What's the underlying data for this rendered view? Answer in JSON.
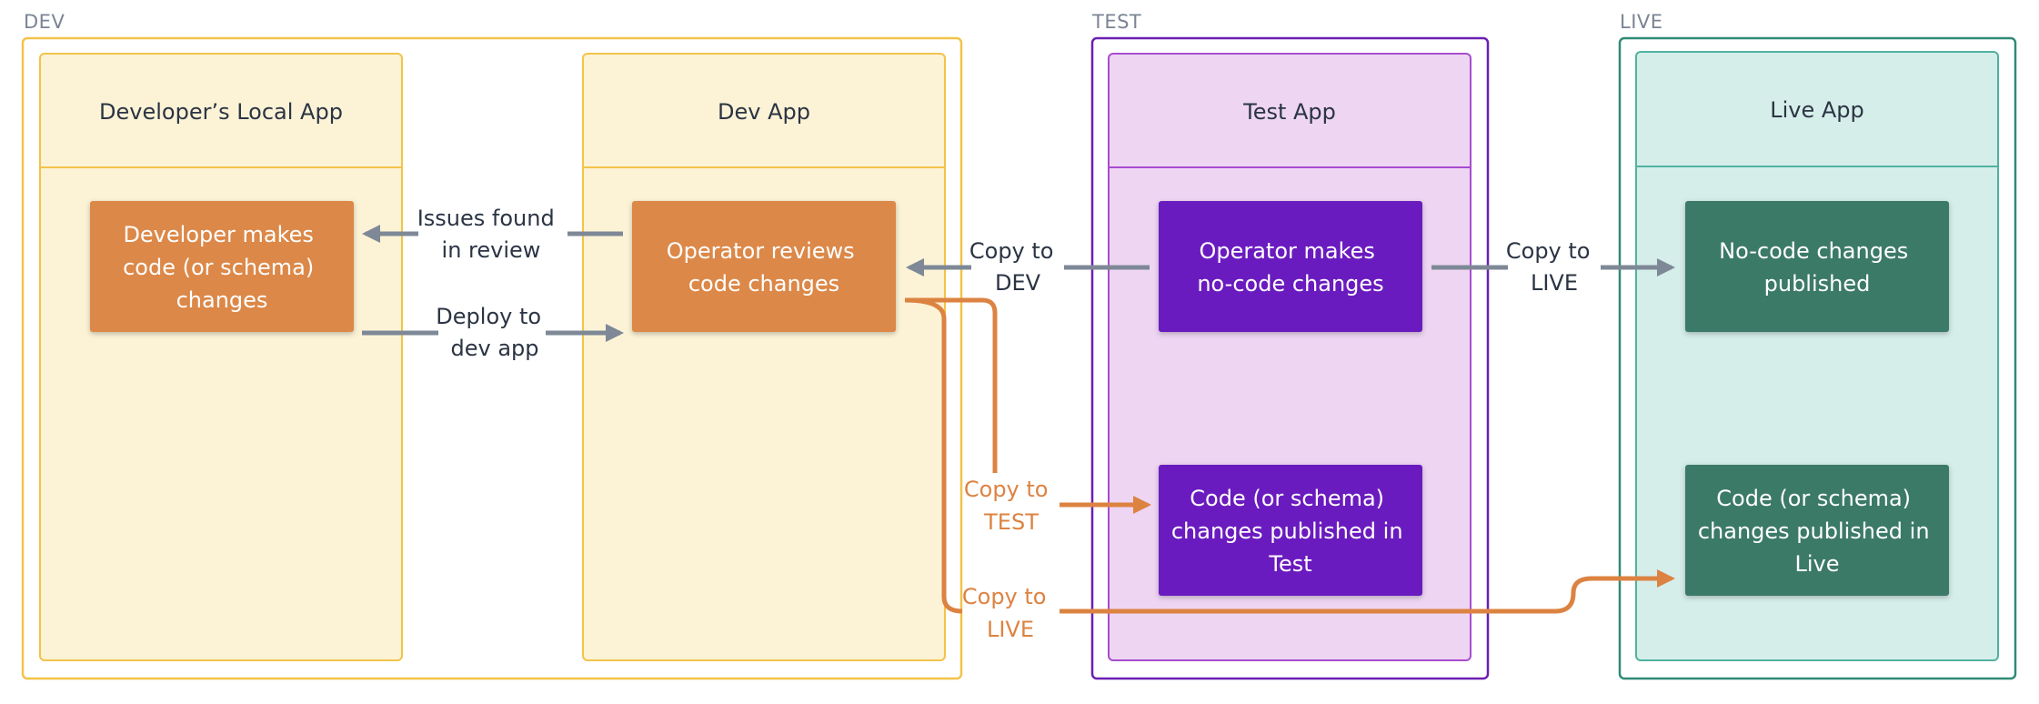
{
  "colors": {
    "dev_border": "#f3c34a",
    "dev_fill": "#fcf3d6",
    "test_border": "#6a1fb2",
    "test_inner_border": "#a84cd0",
    "test_fill": "#eed6f3",
    "live_border": "#2f8a77",
    "live_inner_border": "#4fb3a0",
    "live_fill": "#d6eeea",
    "orange_box": "#dc8848",
    "purple_box": "#6a1bbf",
    "green_box": "#3c7a68",
    "gray_arrow": "#7e8896",
    "orange_arrow": "#dc8342"
  },
  "zones": {
    "dev": "DEV",
    "test": "TEST",
    "live": "LIVE"
  },
  "columns": {
    "local": "Developer’s Local App",
    "dev": "Dev App",
    "test": "Test App",
    "live": "Live App"
  },
  "boxes": {
    "developer_makes": [
      "Developer makes",
      "code (or schema)",
      "changes"
    ],
    "operator_reviews": [
      "Operator reviews",
      "code changes"
    ],
    "operator_nocode": [
      "Operator makes",
      "no-code changes"
    ],
    "nocode_published": [
      "No-code changes",
      "published"
    ],
    "code_published_test": [
      "Code (or schema)",
      "changes published in",
      "Test"
    ],
    "code_published_live": [
      "Code (or schema)",
      "changes published in",
      "Live"
    ]
  },
  "arrows": {
    "issues_found": [
      "Issues found",
      "in review"
    ],
    "deploy_to": [
      "Deploy to",
      "dev app"
    ],
    "copy_to_dev": [
      "Copy to",
      "DEV"
    ],
    "copy_to_live_gray": [
      "Copy to",
      "LIVE"
    ],
    "copy_to_test": [
      "Copy to",
      "TEST"
    ],
    "copy_to_live_orange": [
      "Copy to",
      "LIVE"
    ]
  }
}
